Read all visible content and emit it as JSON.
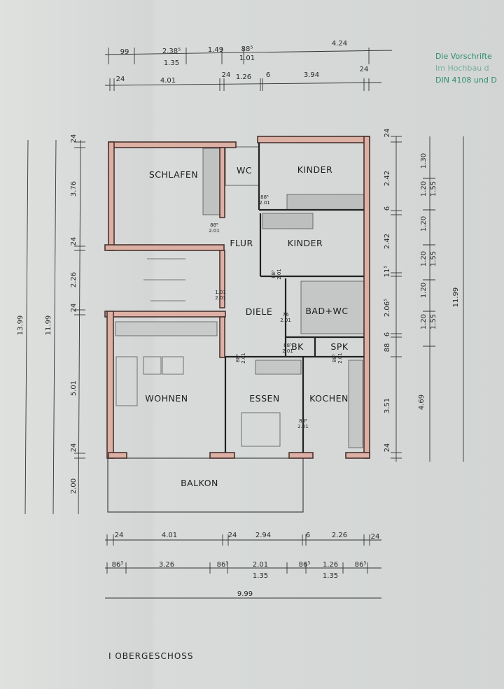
{
  "drawing_title": "I OBERGESCHOSS",
  "stamp": {
    "lines": [
      "Die Vorschrifte",
      "Im Hochbau d",
      "DIN 4108 und D"
    ],
    "color": "#2f8f6a"
  },
  "rooms": [
    "SCHLAFEN",
    "WC",
    "KINDER",
    "FLUR",
    "KINDER",
    "DIELE",
    "BAD+WC",
    "BK",
    "SPK",
    "WOHNEN",
    "ESSEN",
    "KOCHEN",
    "BALKON"
  ],
  "doors": [
    {
      "w": "88⁵",
      "h": "2.01"
    },
    {
      "w": "88⁵",
      "h": "2.01"
    },
    {
      "w": "1.01",
      "h": "2.01"
    },
    {
      "w": "88⁵",
      "h": "2.01"
    },
    {
      "w": "76",
      "h": "2.01"
    },
    {
      "w": "88⁵",
      "h": "2.01"
    },
    {
      "w": "88⁵",
      "h": "2.01"
    },
    {
      "w": "88⁵",
      "h": "2.01"
    },
    {
      "w": "88⁵",
      "h": "2.01"
    }
  ],
  "dimensions": {
    "top_row1": [
      "99",
      "2.38⁵",
      "1.35",
      "1.49",
      "88⁵",
      "1.01",
      "4.24"
    ],
    "top_row2": [
      "24",
      "4.01",
      "24",
      "1.26",
      "6",
      "3.94",
      "24"
    ],
    "right_row1": [
      "24",
      "2.42",
      "6",
      "2.42",
      "11⁵",
      "2.06⁵",
      "6",
      "88",
      "3.51",
      "24"
    ],
    "right_row2": [
      "1.30",
      "1.20",
      "1.55",
      "1.20",
      "1.20",
      "1.55",
      "1.20",
      "1.20",
      "1.55",
      "4.69"
    ],
    "right_total": "11.99",
    "left_total": "13.99",
    "left_row2": "11.99",
    "left_row1": [
      "24",
      "3.76",
      "24",
      "2.26",
      "24",
      "5.01",
      "24",
      "2.00"
    ],
    "bottom_row1": [
      "24",
      "4.01",
      "24",
      "2.94",
      "6",
      "2.26",
      "24"
    ],
    "bottom_row2": [
      "86⁵",
      "3.26",
      "86⁵",
      "2.01",
      "1.35",
      "86⁵",
      "1.26",
      "1.35",
      "86⁵"
    ],
    "bottom_total": "9.99"
  },
  "colors": {
    "wall_fill": "#dcb0a4",
    "wall_line": "#4a3330",
    "paper": "#d6d9d8"
  }
}
